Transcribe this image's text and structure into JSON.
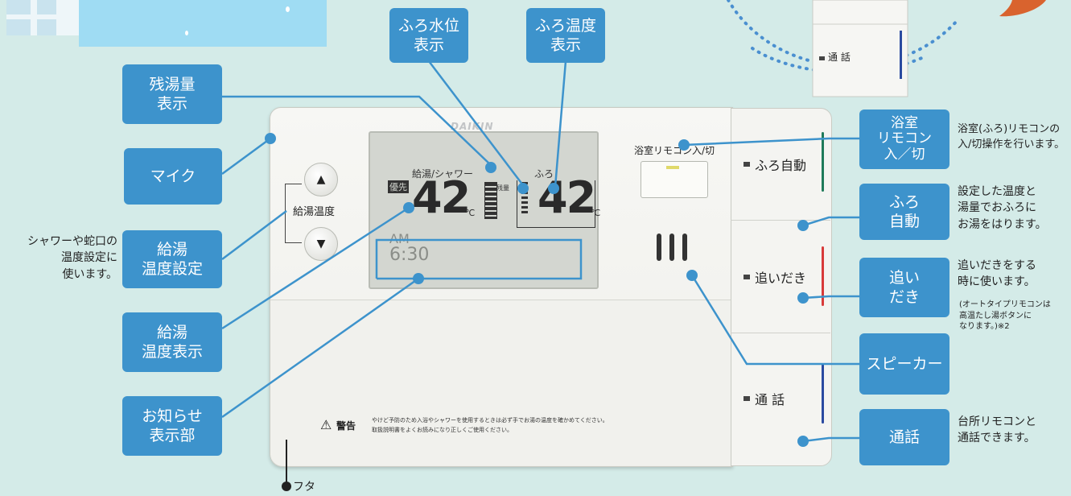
{
  "callouts": {
    "zanyu": "残湯量\n表示",
    "furo_level": "ふろ水位\n表示",
    "furo_temp": "ふろ温度\n表示",
    "mic": "マイク",
    "kyuto_set": "給湯\n温度設定",
    "kyuto_disp": "給湯\n温度表示",
    "info": "お知らせ\n表示部",
    "bath_remote": "浴室\nリモコン\n入／切",
    "furo_auto": "ふろ\n自動",
    "oidaki": "追い\nだき",
    "speaker": "スピーカー",
    "tsuwa": "通話"
  },
  "notes": {
    "shower": "シャワーや蛇口の\n温度設定に\n使います。",
    "bath_remote": "浴室(ふろ)リモコンの\n入/切操作を行います。",
    "furo_auto": "設定した温度と\n湯量でおふろに\nお湯をはります。",
    "oidaki": "追いだきをする\n時に使います。",
    "oidaki_sub": "(オートタイプリモコンは\n高温たし湯ボタンに\nなります。)※2",
    "tsuwa": "台所リモコンと\n通話できます。",
    "futa": "フタ"
  },
  "device": {
    "brand": "DAIKIN",
    "bath_remote_label": "浴室リモコン入/切",
    "kyuto_label": "給湯温度",
    "up": "▲",
    "down": "▼",
    "lcd": {
      "left_title": "給湯/シャワー",
      "priority": "優先",
      "left_temp": "42",
      "unit": "℃",
      "zanyu": "残量",
      "right_title": "ふろ",
      "right_temp": "42",
      "ampm": "AM",
      "time": "6:30"
    },
    "buttons": [
      "ふろ自動",
      "追いだき",
      "通 話"
    ],
    "warning_label": "警告",
    "warning_line1": "やけど予防のため入浴やシャワーを使用するときは必ず手でお湯の温度を確かめてください。",
    "warning_line2": "取扱説明書をよくお読みになり正しくご使用ください。"
  },
  "inset": {
    "button": "通 話"
  },
  "colors": {
    "callout": "#3d93cc",
    "background": "#d4ebe8",
    "furo_bar": "#1f7a5a",
    "oidaki_bar": "#d83a3a",
    "tsuwa_bar": "#2a4aa0",
    "inset_orange": "#d9632e"
  }
}
